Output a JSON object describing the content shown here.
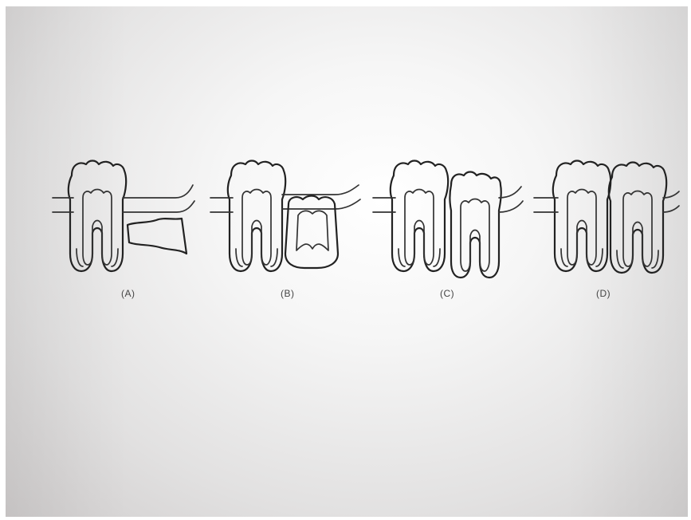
{
  "figure": {
    "panels": [
      {
        "id": "A",
        "label": "(A)"
      },
      {
        "id": "B",
        "label": "(B)"
      },
      {
        "id": "C",
        "label": "(C)"
      },
      {
        "id": "D",
        "label": "(D)"
      }
    ]
  },
  "colors": {
    "ink": "#222222",
    "paper": "#f4f4f4",
    "border": "#ffffff"
  }
}
